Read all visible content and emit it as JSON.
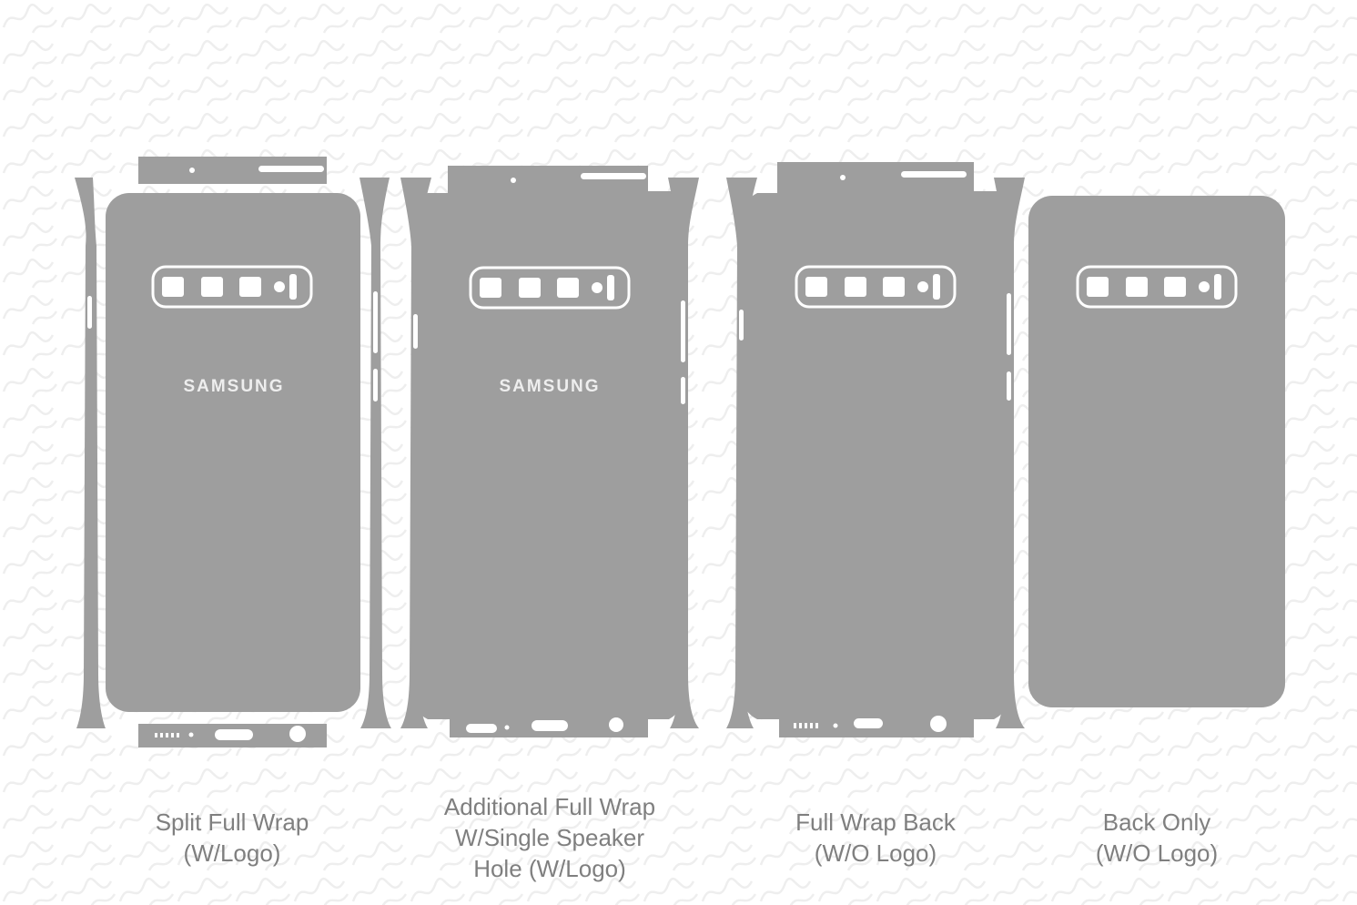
{
  "brand_logo_text": "SAMSUNG",
  "colors": {
    "template_fill": "#9e9e9e",
    "cutout": "#ffffff",
    "caption_text": "#7f7f7f",
    "watermark": "#eeeeee"
  },
  "templates": [
    {
      "id": "split-full-wrap",
      "caption_lines": [
        "Split Full Wrap",
        "(W/Logo)"
      ],
      "has_logo": true
    },
    {
      "id": "additional-full-wrap",
      "caption_lines": [
        "Additional Full Wrap",
        "W/Single Speaker",
        "Hole (W/Logo)"
      ],
      "has_logo": true
    },
    {
      "id": "full-wrap-back",
      "caption_lines": [
        "Full Wrap Back",
        "(W/O Logo)"
      ],
      "has_logo": false
    },
    {
      "id": "back-only",
      "caption_lines": [
        "Back Only",
        "(W/O Logo)"
      ],
      "has_logo": false
    }
  ]
}
